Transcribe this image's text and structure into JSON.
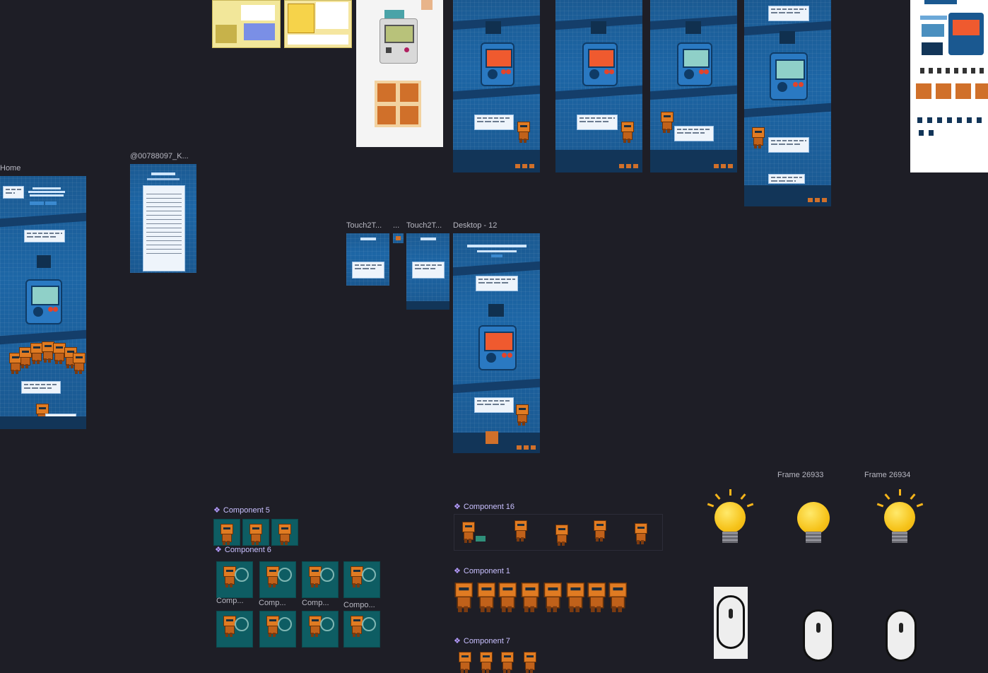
{
  "canvas": {
    "background": "#1e1e26",
    "accent_blue": "#1d66a6",
    "robot_orange": "#e07b22",
    "bulb_yellow": "#f6c31a"
  },
  "frames": {
    "home": "Home",
    "username": "@00788097_K...",
    "touch_a": "Touch2T...",
    "touch_dots": "...",
    "touch_b": "Touch2T...",
    "desktop12": "Desktop - 12",
    "frame_26933": "Frame 26933",
    "frame_26934": "Frame 26934"
  },
  "components": {
    "c5": "Component 5",
    "c6": "Component 6",
    "c16": "Component 16",
    "c1": "Component 1",
    "c7": "Component 7",
    "sub_labels": [
      "Comp...",
      "Comp...",
      "Comp...",
      "Compo..."
    ]
  },
  "icons": {
    "component": "diamond-icon",
    "bulb": "lightbulb-icon",
    "mouse": "mouse-icon",
    "robot": "robot-icon",
    "device": "game-console-icon"
  }
}
